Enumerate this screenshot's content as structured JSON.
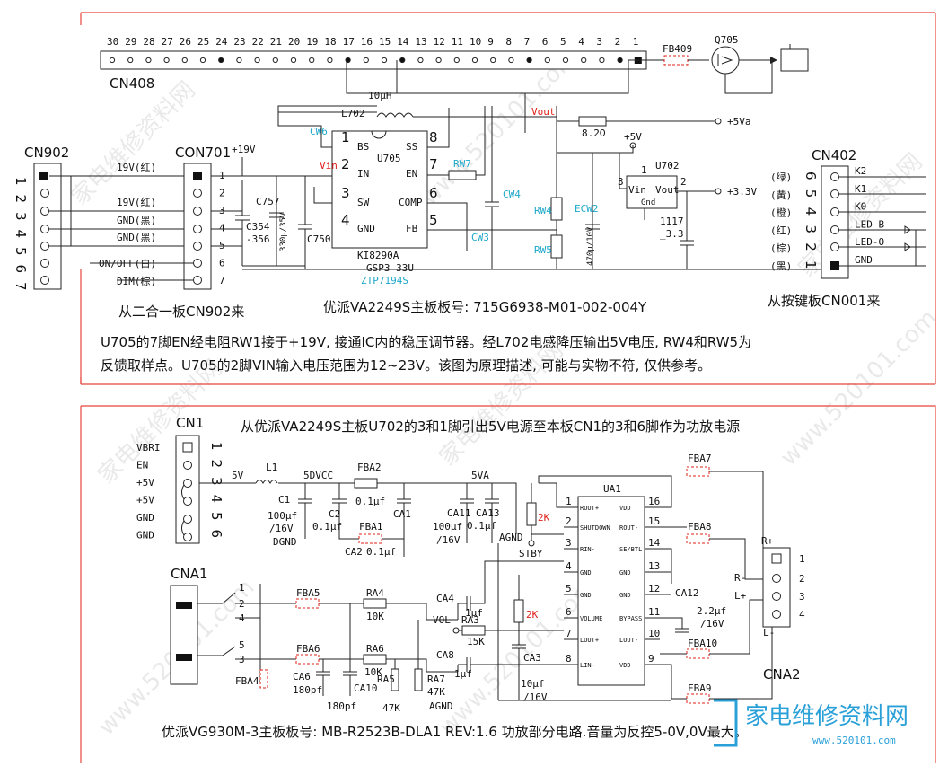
{
  "top": {
    "cn408": {
      "name": "CN408",
      "pins": [
        "30",
        "29",
        "28",
        "27",
        "26",
        "25",
        "24",
        "23",
        "22",
        "21",
        "20",
        "19",
        "18",
        "17",
        "16",
        "15",
        "14",
        "13",
        "12",
        "11",
        "10",
        "9",
        "8",
        "7",
        "6",
        "5",
        "4",
        "3",
        "2",
        "1"
      ]
    },
    "fb409": "FB409",
    "q705": "Q705",
    "cn902": {
      "name": "CN902",
      "pins": [
        "1",
        "2",
        "3",
        "4",
        "5",
        "6",
        "7"
      ]
    },
    "con701": {
      "name": "CON701",
      "pins": [
        "1",
        "2",
        "3",
        "4",
        "5",
        "6",
        "7"
      ],
      "labels": [
        "19V(红)",
        "19V(红)",
        "GND(黑)",
        "GND(黑)",
        "ON/OFF(白)",
        "DIM(棕)"
      ]
    },
    "plus19v": "+19V",
    "u705": {
      "name": "U705",
      "pins_left": [
        "1",
        "2",
        "3",
        "4"
      ],
      "names_left": [
        "BS",
        "IN",
        "SW",
        "GND"
      ],
      "pins_right": [
        "8",
        "7",
        "6",
        "5"
      ],
      "names_right": [
        "SS",
        "EN",
        "COMP",
        "FB"
      ],
      "part": "KI8290A",
      "sub": "GSP3 33U",
      "code": "ZTP7194S"
    },
    "l702": "L702",
    "l702_val": "10μH",
    "vin": "Vin",
    "vout": "Vout",
    "res_val": "8.2Ω",
    "plus5va": "+5Va",
    "plus5v": "+5V",
    "u702": {
      "name": "U702",
      "vin": "Vin",
      "vout": "Vout",
      "gnd": "Gnd",
      "p1": "1",
      "p2": "2",
      "p3": "3",
      "part": "1117",
      "ver": "_3.3"
    },
    "plus3v3": "+3.3V",
    "caps": {
      "c757": "C757",
      "c354": "C354",
      "c356": "-356",
      "c750": "C750",
      "c757v": "330μ/35V",
      "ec": "470μ/10V",
      "cw6": "CW6",
      "rw7": "RW7",
      "cw4": "CW4",
      "cw3": "CW3",
      "rw4": "RW4",
      "rw5": "RW5",
      "ecw2": "ECW2"
    },
    "cn402": {
      "name": "CN402",
      "pins": [
        "6",
        "5",
        "4",
        "3",
        "2",
        "1"
      ],
      "colors": [
        "(绿)",
        "(黄)",
        "(橙)",
        "(红)",
        "(棕)",
        "(黑)"
      ],
      "signals": [
        "K2",
        "K1",
        "K0",
        "LED-B",
        "LED-O",
        "GND"
      ]
    },
    "from_left": "从二合一板CN902来",
    "board_no": "优派VA2249S主板板号: 715G6938-M01-002-004Y",
    "from_right": "从按键板CN001来",
    "desc1": "U705的7脚EN经电阻RW1接于+19V, 接通IC内的稳压调节器。经L702电感降压输出5V电压, RW4和RW5为",
    "desc2": "反馈取样点。U705的2脚VIN输入电压范围为12~23V。该图为原理描述, 可能与实物不符, 仅供参考。"
  },
  "bottom": {
    "title": "从优派VA2249S主板U702的3和1脚引出5V电源至本板CN1的3和6脚作为功放电源",
    "cn1": {
      "name": "CN1",
      "labels": [
        "VBRI",
        "EN",
        "+5V",
        "+5V",
        "GND",
        "GND"
      ],
      "pins": [
        "1",
        "2",
        "3",
        "4",
        "5",
        "6"
      ]
    },
    "v5": "5V",
    "l1": "L1",
    "v5dvcc": "5DVCC",
    "fba2": "FBA2",
    "v5va": "5VA",
    "c1": "C1",
    "c1v": "100μf",
    "c1v2": "/16V",
    "dgnd": "DGND",
    "c2": "C2",
    "c2v": "0.1μf",
    "fba1": "FBA1",
    "ca1": "CA1",
    "ca1v": "0.1μf",
    "ca2": "CA2",
    "ca2v": "0.1μf",
    "ca11": "CA11",
    "ca13": "CA13",
    "ca13v": "0.1μf",
    "ca11v": "100μf",
    "ca11v2": "/16V",
    "agnd": "AGND",
    "stby": "STBY",
    "ua1": {
      "name": "UA1",
      "pins_left": [
        "1",
        "2",
        "3",
        "4",
        "5",
        "6",
        "7",
        "8"
      ],
      "names_left": [
        "ROUT+",
        "SHUTDOWN",
        "RIN-",
        "GND",
        "GND",
        "VOLUME",
        "LOUT+",
        "LIN-"
      ],
      "pins_right": [
        "16",
        "15",
        "14",
        "13",
        "12",
        "11",
        "10",
        "9"
      ],
      "names_right": [
        "VDD",
        "ROUT-",
        "SE/BTL",
        "GND",
        "GND",
        "BYPASS",
        "LOUT-",
        "VDD"
      ]
    },
    "fba7": "FBA7",
    "fba8": "FBA8",
    "fba10": "FBA10",
    "fba9": "FBA9",
    "r2k": "2K",
    "ca12": "CA12",
    "ca12v": "2.2μf",
    "ca12v2": "/16V",
    "cna1": "CNA1",
    "cna1_pins": [
      "1",
      "2",
      "4",
      "5",
      "3"
    ],
    "fba5": "FBA5",
    "fba6": "FBA6",
    "fba4": "FBA4",
    "ra4": "RA4",
    "ra4v": "10K",
    "ra6": "RA6",
    "ra6v": "10K",
    "ra5": "RA5",
    "ra5v": "47K",
    "ra7": "RA7",
    "ra7v": "47K",
    "agnd2": "AGND",
    "ca4": "CA4",
    "ca4v": "1μf",
    "ca8": "CA8",
    "ca8v": "1μf",
    "vol": "VOL",
    "ra3": "RA3",
    "ra3v": "15K",
    "ca3": "CA3",
    "ca3v": "10μf",
    "ca3v2": "/16V",
    "ca6": "CA6",
    "ca6v": "180pf",
    "ca10": "CA10",
    "ca10v": "180pf",
    "cna2": "CNA2",
    "cna2_pins": [
      "1",
      "2",
      "3",
      "4"
    ],
    "cna2_labels": [
      "R+",
      "R-",
      "L+",
      "L-"
    ],
    "board_no": "优派VG930M-3主板板号: MB-R2523B-DLA1 REV:1.6 功放部分电路.音量为反控5-0V,0V最大。"
  },
  "watermark": {
    "logo": "家电维修资料网",
    "url": "www.520101.com"
  }
}
